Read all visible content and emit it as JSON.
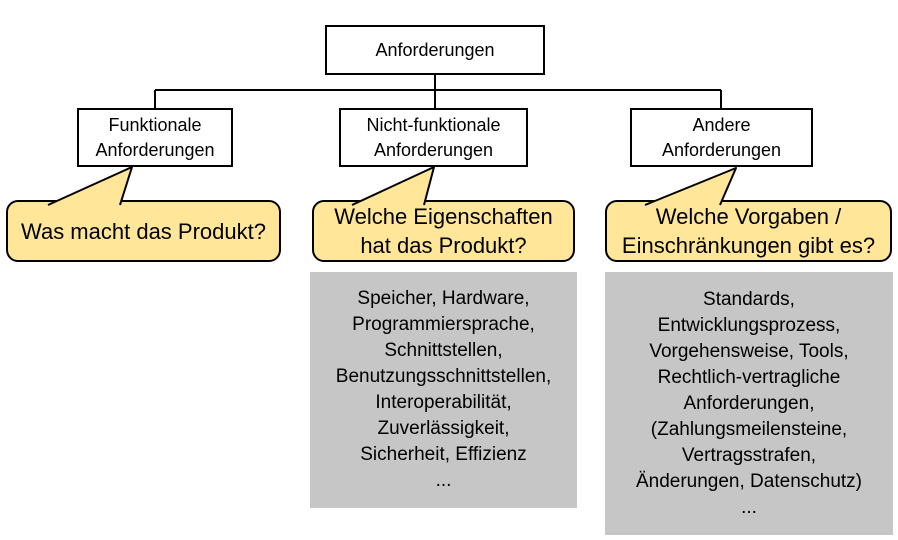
{
  "colors": {
    "background": "#FFFFFF",
    "box_fill": "#FFFFFF",
    "box_border": "#000000",
    "callout_fill": "#FFE699",
    "callout_border": "#000000",
    "detail_fill": "#C6C6C6",
    "connector": "#000000",
    "text": "#000000"
  },
  "tree": {
    "root_label": "Anforderungen",
    "children": [
      {
        "label_lines": [
          "Funktionale",
          "Anforderungen"
        ]
      },
      {
        "label_lines": [
          "Nicht-funktionale",
          "Anforderungen"
        ]
      },
      {
        "label_lines": [
          "Andere",
          "Anforderungen"
        ]
      }
    ]
  },
  "callouts": [
    {
      "text_lines": [
        "Was macht das Produkt?"
      ]
    },
    {
      "text_lines": [
        "Welche Eigenschaften",
        "hat das Produkt?"
      ]
    },
    {
      "text_lines": [
        "Welche Vorgaben /",
        "Einschränkungen gibt es?"
      ]
    }
  ],
  "detail_lists": [
    {
      "lines": [
        "Speicher, Hardware,",
        "Programmiersprache,",
        "Schnittstellen,",
        "Benutzungsschnittstellen,",
        "Interoperabilität,",
        "Zuverlässigkeit,",
        "Sicherheit, Effizienz",
        "..."
      ]
    },
    {
      "lines": [
        "Standards,",
        "Entwicklungsprozess,",
        "Vorgehensweise, Tools,",
        "Rechtlich-vertragliche",
        "Anforderungen,",
        "(Zahlungsmeilensteine,",
        "Vertragsstrafen,",
        "Änderungen, Datenschutz)",
        "..."
      ]
    }
  ]
}
